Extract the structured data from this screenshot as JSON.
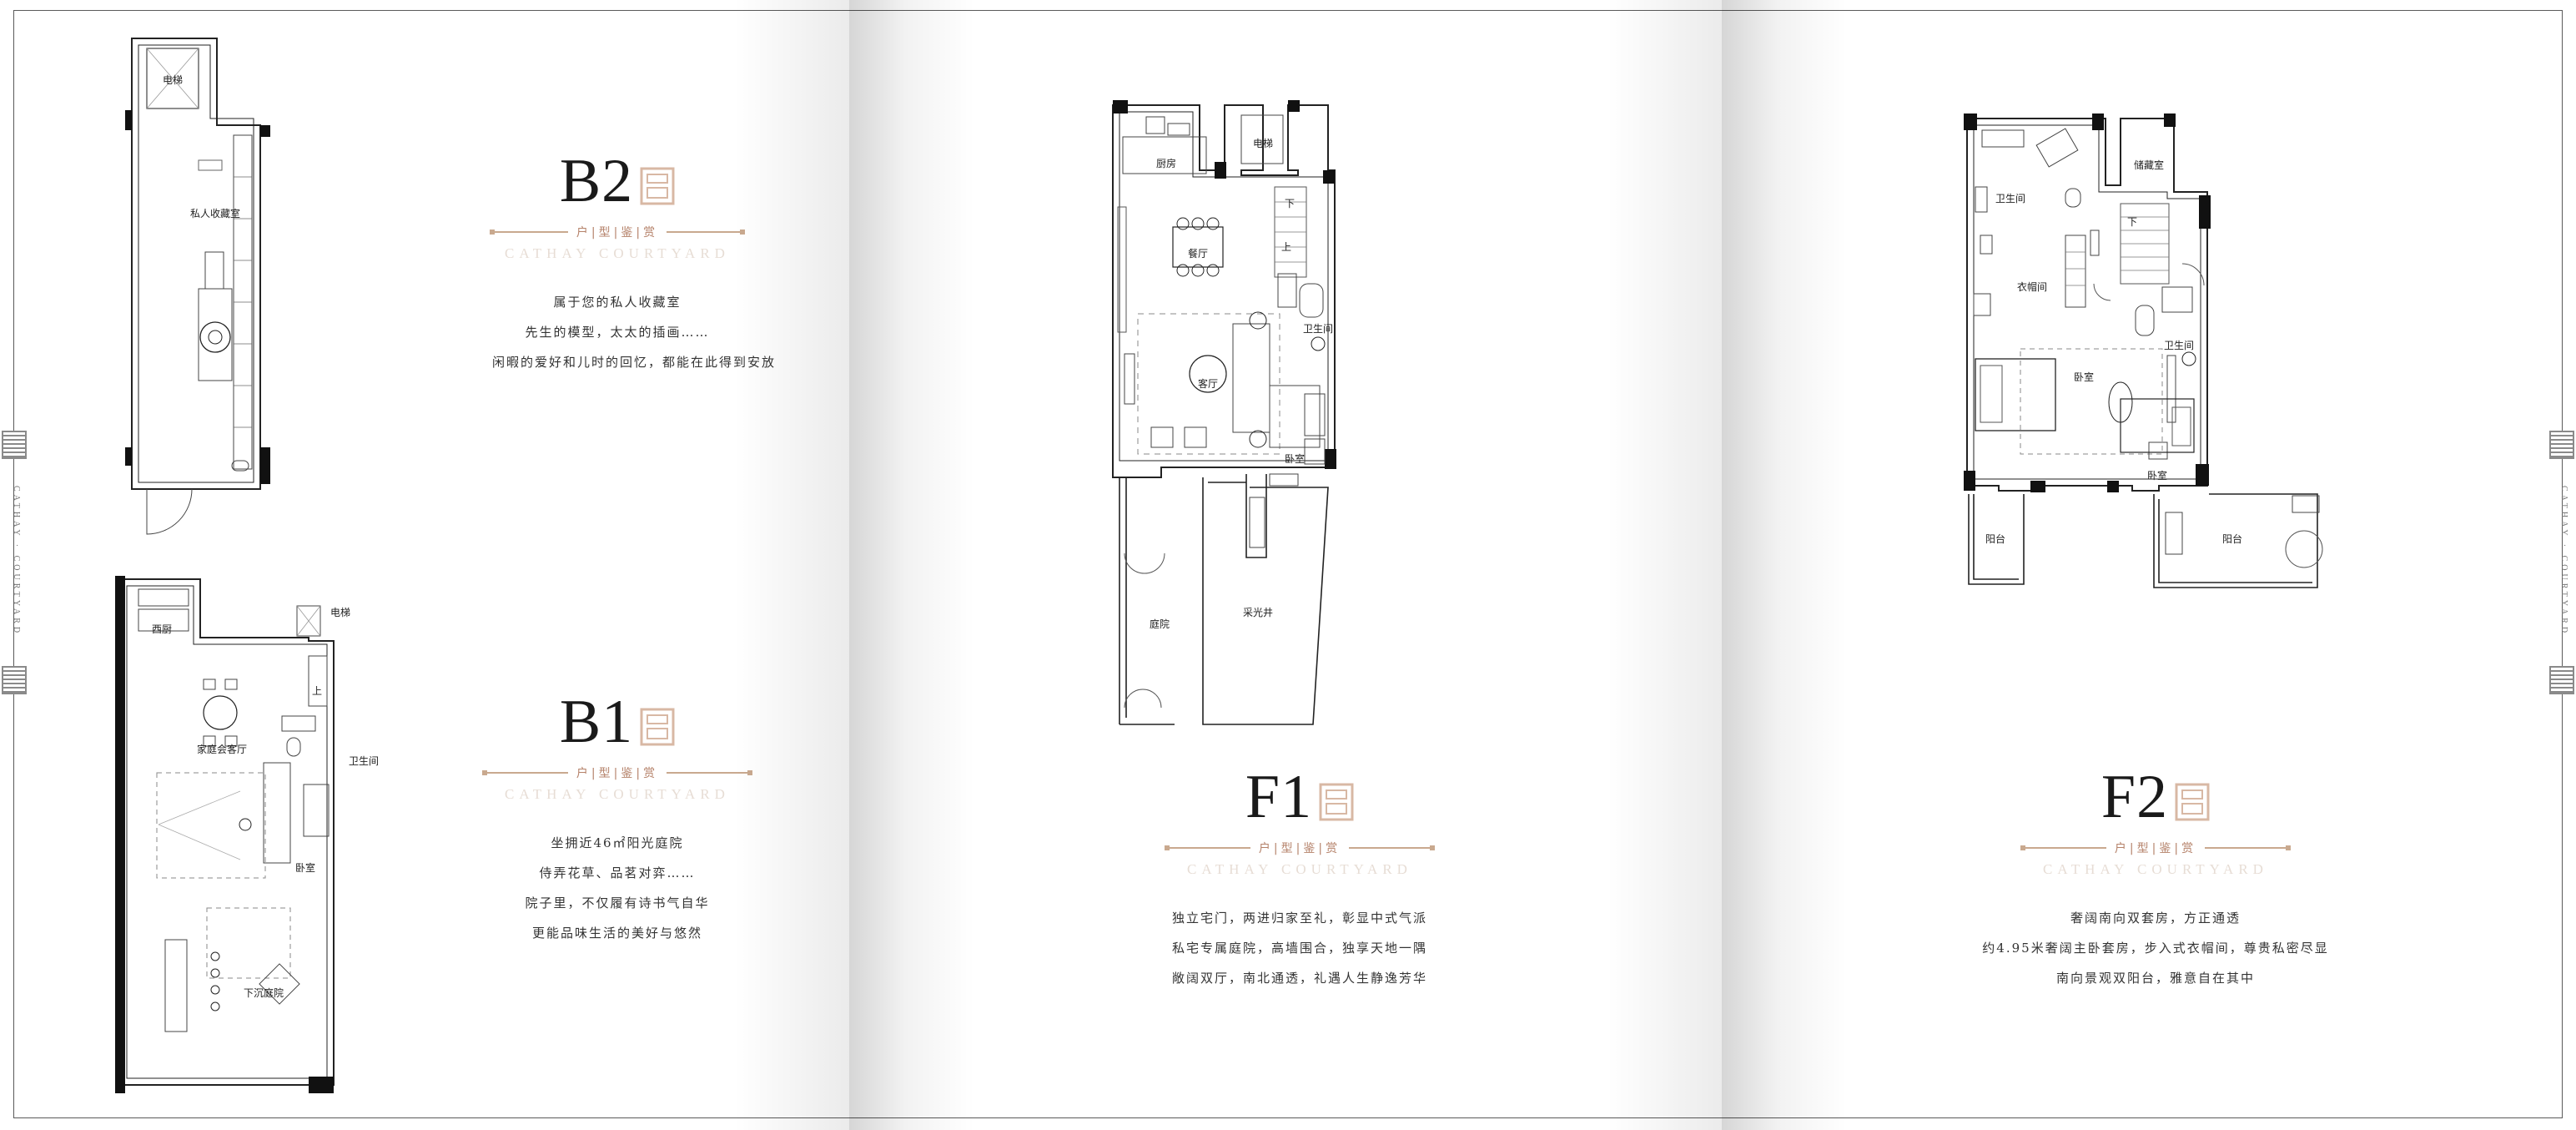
{
  "labels": {
    "subhead": "户|型|鉴|赏",
    "tagline": "CATHAY COURTYARD",
    "side_text": "CATHAY · COURTYARD"
  },
  "floors": [
    {
      "id": "B2",
      "title": "B2",
      "rooms": {
        "elevator": "电梯",
        "collection": "私人收藏室"
      },
      "desc": [
        "属于您的私人收藏室",
        "先生的模型，太太的插画……",
        "闲暇的爱好和儿时的回忆，都能在此得到安放"
      ]
    },
    {
      "id": "B1",
      "title": "B1",
      "rooms": {
        "western_kitchen": "西厨",
        "elevator": "电梯",
        "family_hall": "家庭会客厅",
        "bathroom": "卫生间",
        "bedroom": "卧室",
        "up": "上",
        "sunken_court": "下沉庭院"
      },
      "desc": [
        "坐拥近46㎡阳光庭院",
        "侍弄花草、品茗对弈……",
        "院子里，不仅履有诗书气自华",
        "更能品味生活的美好与悠然"
      ]
    },
    {
      "id": "F1",
      "title": "F1",
      "rooms": {
        "kitchen": "厨房",
        "elevator": "电梯",
        "dining": "餐厅",
        "down": "下",
        "up": "上",
        "bathroom": "卫生间",
        "living": "客厅",
        "bedroom": "卧室",
        "courtyard": "庭院",
        "lightwell": "采光井"
      },
      "desc": [
        "独立宅门，两进归家至礼，彰显中式气派",
        "私宅专属庭院，高墙围合，独享天地一隅",
        "敞阔双厅，南北通透，礼遇人生静逸芳华"
      ]
    },
    {
      "id": "F2",
      "title": "F2",
      "rooms": {
        "bathroom1": "卫生间",
        "storage": "储藏室",
        "down": "下",
        "wardrobe": "衣帽间",
        "bathroom2": "卫生间",
        "master": "卧室",
        "bedroom": "卧室",
        "balcony1": "阳台",
        "balcony2": "阳台"
      },
      "desc": [
        "奢阔南向双套房，方正通透",
        "约4.95米奢阔主卧套房，步入式衣帽间，尊贵私密尽显",
        "南向景观双阳台，雅意自在其中"
      ]
    }
  ]
}
